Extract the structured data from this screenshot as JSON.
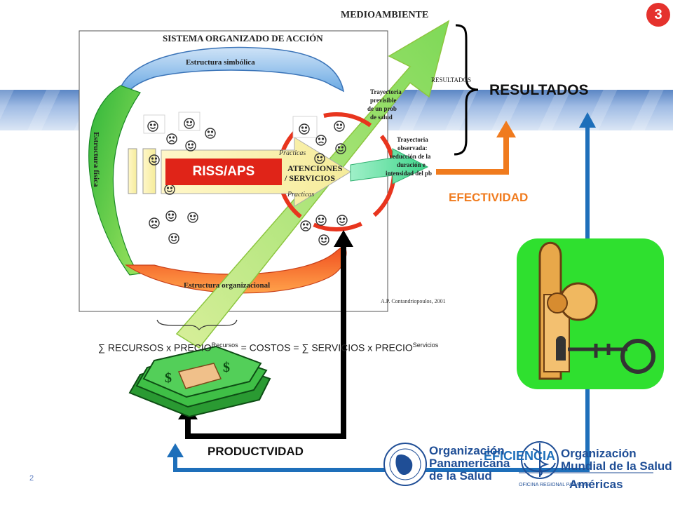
{
  "slide_number": "3",
  "page_index": "2",
  "titles": {
    "medioambiente": "MEDIOAMBIENTE",
    "sistema": "SISTEMA ORGANIZADO DE ACCIÓN",
    "estructura_simbolica": "Estructura simbólica",
    "estructura_fisica": "Estructura física",
    "estructura_organizacional": "Estructura organizacional",
    "riss_aps": "RISS/APS",
    "atenciones_l1": "ATENCIONES",
    "atenciones_l2": "/ SERVICIOS",
    "practicas_top": "Practicas",
    "practicas_bottom": "Practicas",
    "resultados_small": "RESULTADOS",
    "resultados_big": "RESULTADOS",
    "trayectoria_previsible": [
      "Trayectoria",
      "previsible",
      "de un prob",
      "de salud"
    ],
    "trayectoria_observada": [
      "Trayectoria",
      "observada:",
      "reducción de la",
      "duración e",
      "intensidad del pb"
    ],
    "citation": "A.P. Contandriopoulos,  2001",
    "efectividad": "EFECTIVIDAD",
    "productividad": "PRODUCTVIDAD",
    "eficiencia": "EFICIENCIA"
  },
  "formula": {
    "part1": "∑ RECURSOS x PRECIO",
    "sup1": "Recursos",
    "part2": " = COSTOS = ∑ SERVICIOS x PRECIO",
    "sup2": "Servicios"
  },
  "logos": {
    "ops": [
      "Organización",
      "Panamericana",
      "de la Salud"
    ],
    "oms": [
      "Organización",
      "Mundial de la Salud"
    ],
    "oms_sub": "OFICINA REGIONAL PARA LAS",
    "oms_region": "Américas"
  },
  "colors": {
    "green": "#2fb53a",
    "orange": "#f07b1e",
    "blue_arrow": "#1e6fba",
    "red_label": "#e02418",
    "key_bg": "#2fe02f"
  }
}
